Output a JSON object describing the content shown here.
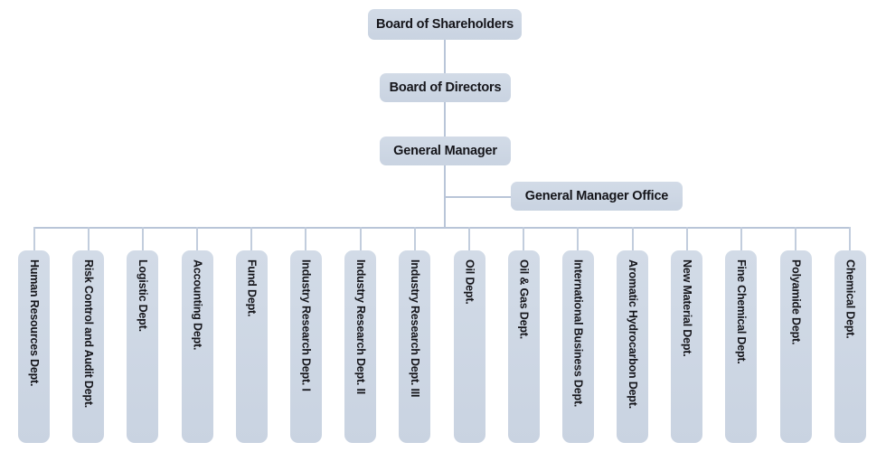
{
  "nodes": {
    "shareholders": {
      "label": "Board of Shareholders"
    },
    "directors": {
      "label": "Board of Directors"
    },
    "general_manager": {
      "label": "General Manager"
    },
    "general_manager_office": {
      "label": "General Manager Office"
    }
  },
  "departments": [
    {
      "label": "Human Resources Dept."
    },
    {
      "label": "Risk Control and Audit Dept."
    },
    {
      "label": "Logistic Dept."
    },
    {
      "label": "Accounting Dept."
    },
    {
      "label": "Fund Dept."
    },
    {
      "label": "Industry Research Dept. I"
    },
    {
      "label": "Industry Research Dept. II"
    },
    {
      "label": "Industry Research Dept. III"
    },
    {
      "label": "Oil Dept."
    },
    {
      "label": "Oil & Gas Dept."
    },
    {
      "label": "International Business Dept."
    },
    {
      "label": "Aromatic Hydrocarbon Dept."
    },
    {
      "label": "New Material Dept."
    },
    {
      "label": "Fine Chemical Dept."
    },
    {
      "label": "Polyamide Dept."
    },
    {
      "label": "Chemical Dept."
    }
  ],
  "colors": {
    "box_fill": "#ccd6e2",
    "connector": "#b9c5d8",
    "text": "#15151a",
    "background": "#ffffff"
  }
}
